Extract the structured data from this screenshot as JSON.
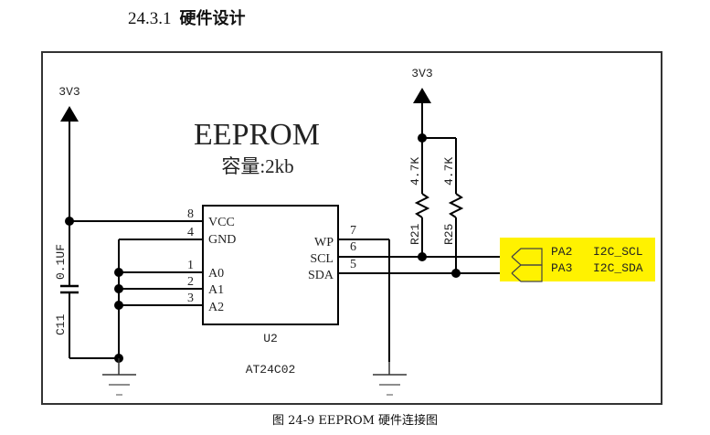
{
  "section": {
    "number": "24.3.1",
    "title": "硬件设计"
  },
  "schematic": {
    "title": "EEPROM",
    "capacity": "容量:2kb",
    "power_labels": {
      "left": "3V3",
      "right": "3V3"
    },
    "chip": {
      "ref": "U2",
      "part": "AT24C02",
      "left_pins": [
        {
          "num": "8",
          "name": "VCC"
        },
        {
          "num": "4",
          "name": "GND"
        },
        {
          "num": "1",
          "name": "A0"
        },
        {
          "num": "2",
          "name": "A1"
        },
        {
          "num": "3",
          "name": "A2"
        }
      ],
      "right_pins": [
        {
          "num": "7",
          "name": "WP"
        },
        {
          "num": "6",
          "name": "SCL"
        },
        {
          "num": "5",
          "name": "SDA"
        }
      ]
    },
    "capacitor": {
      "ref": "C11",
      "value": "0.1UF"
    },
    "resistors": [
      {
        "ref": "R21",
        "value": "4.7K"
      },
      {
        "ref": "R25",
        "value": "4.7K"
      }
    ],
    "net_labels": [
      {
        "port": "PA2",
        "signal": "I2C_SCL"
      },
      {
        "port": "PA3",
        "signal": "I2C_SDA"
      }
    ],
    "highlight_color": "#fff200"
  },
  "caption": "图 24-9 EEPROM 硬件连接图"
}
